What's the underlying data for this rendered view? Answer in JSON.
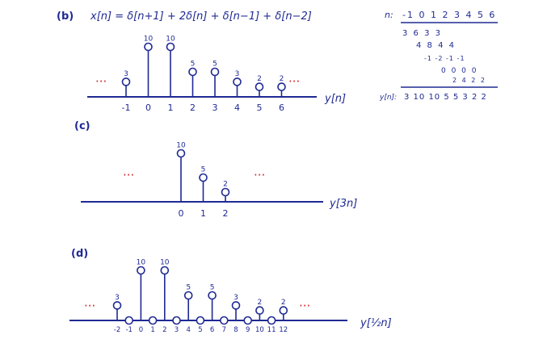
{
  "colors": {
    "ink": "#1f2a93",
    "dots": "#d0202a",
    "background": "#ffffff"
  },
  "part_b": {
    "label": "(b)",
    "equation": "x[n] = δ[n+1] + 2δ[n] + δ[n−1] + δ[n−2]",
    "axis_label": "y[n]",
    "ellipsis": "···",
    "samples": [
      {
        "n": "-1",
        "v": 3
      },
      {
        "n": "0",
        "v": 10
      },
      {
        "n": "1",
        "v": 10
      },
      {
        "n": "2",
        "v": 5
      },
      {
        "n": "3",
        "v": 5
      },
      {
        "n": "4",
        "v": 3
      },
      {
        "n": "5",
        "v": 2
      },
      {
        "n": "6",
        "v": 2
      }
    ]
  },
  "table": {
    "header_label": "n:",
    "header_values": "-1 0 1 2 3 4 5 6",
    "rows": [
      "3 6 3 3",
      "4 8 4 4",
      "-1 -2 -1 -1",
      "0 0 0 0",
      "2 4 2 2"
    ],
    "result_label": "y[n]:",
    "result_values": "3 10 10 5 5 3 2 2"
  },
  "part_c": {
    "label": "(c)",
    "axis_label": "y[3n]",
    "ellipsis": "···",
    "samples": [
      {
        "n": "0",
        "v": 10
      },
      {
        "n": "1",
        "v": 5
      },
      {
        "n": "2",
        "v": 2
      }
    ]
  },
  "part_d": {
    "label": "(d)",
    "axis_label": "y[½n]",
    "ellipsis": "···",
    "samples": [
      {
        "n": "-2",
        "v": 3
      },
      {
        "n": "-1",
        "v": 0
      },
      {
        "n": "0",
        "v": 10
      },
      {
        "n": "1",
        "v": 0
      },
      {
        "n": "2",
        "v": 10
      },
      {
        "n": "3",
        "v": 0
      },
      {
        "n": "4",
        "v": 5
      },
      {
        "n": "5",
        "v": 0
      },
      {
        "n": "6",
        "v": 5
      },
      {
        "n": "7",
        "v": 0
      },
      {
        "n": "8",
        "v": 3
      },
      {
        "n": "9",
        "v": 0
      },
      {
        "n": "10",
        "v": 2
      },
      {
        "n": "11",
        "v": 0
      },
      {
        "n": "12",
        "v": 2
      }
    ]
  }
}
